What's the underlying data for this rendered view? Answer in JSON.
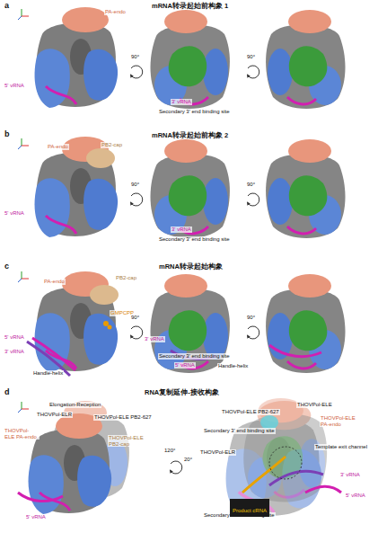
{
  "diagram": {
    "nodes": [
      {
        "text": [
          "Product cRNA"
        ]
      }
    ],
    "labels": [
      "a",
      "mRNA转录起始前构象 1",
      "PA-endo",
      "5' vRNA",
      "3' vRNA",
      "Secondary 3' end binding site",
      "90°",
      "90°",
      "b",
      "mRNA转录起始前构象 2",
      "PA-endo",
      "PB2-cap",
      "5' vRNA",
      "3' vRNA",
      "Secondary 3' end binding site",
      "90°",
      "90°",
      "c",
      "mRNA转录起始构象",
      "PA-endo",
      "PB2-cap",
      "GMPCPP",
      "5' vRNA",
      "3' vRNA",
      "Handle-helix",
      "90°",
      "3' vRNA",
      "Secondary 3' end binding site",
      "5' vRNA",
      "Handle-helix",
      "90°",
      "d",
      "RNA复制延伸-接收构象",
      "Elongation-Reception",
      "THOVPol-ELR",
      "THOVPol-ELE PB2-627",
      "THOVPol-ELE PA-endo",
      "THOVPol-ELE PB2-cap",
      "5' vRNA",
      "120°",
      "20°",
      "THOVPol-ELE PB2-627",
      "THOVPol-ELE",
      "THOVPol-ELE PA-endo",
      "Secondary 3' end binding site",
      "THOVPol-ELR",
      "Template exit channel",
      "3' vRNA",
      "5' vRNA",
      "Secondary 3' end binding site"
    ]
  }
}
